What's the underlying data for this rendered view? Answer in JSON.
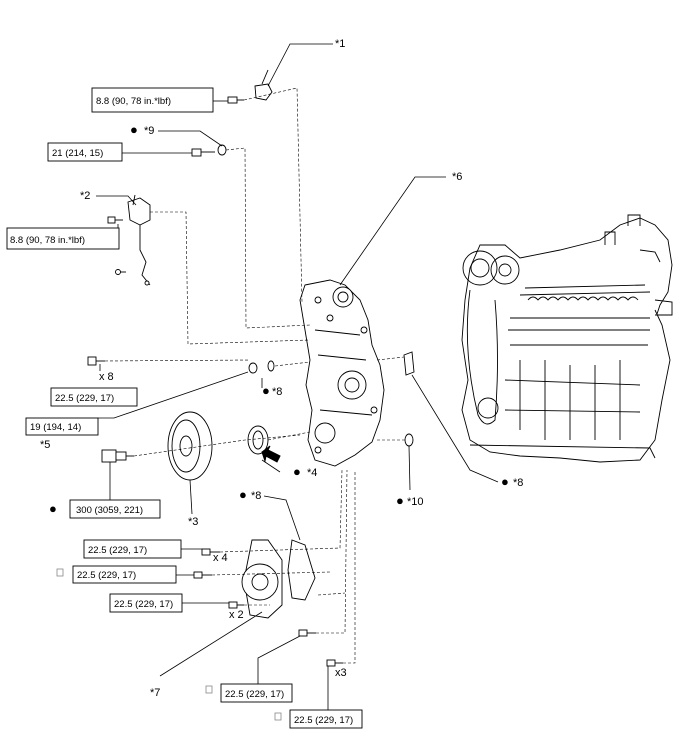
{
  "callouts": {
    "c1": "*1",
    "c2": "*2",
    "c3": "*3",
    "c4": "*4",
    "c5": "*5",
    "c6": "*6",
    "c7": "*7",
    "c8a": "*8",
    "c8b": "*8",
    "c8c": "*8",
    "c9": "*9",
    "c10": "*10"
  },
  "torques": {
    "t1": "8.8 (90, 78 in.*lbf)",
    "t2": "21 (214, 15)",
    "t3": "8.8 (90, 78 in.*lbf)",
    "t4": "22.5 (229, 17)",
    "t5": "19 (194, 14)",
    "t6": "300 (3059, 221)",
    "t7": "22.5 (229, 17)",
    "t8": "22.5 (229, 17)",
    "t9": "22.5 (229, 17)",
    "t10": "22.5 (229, 17)",
    "t11": "22.5 (229, 17)"
  },
  "multipliers": {
    "m8": "x 8",
    "m4": "x 4",
    "m2": "x 2",
    "m3": "x3"
  },
  "symbols": {
    "bullet": "●"
  },
  "icons": {
    "new_part": "filled-circle-icon",
    "precoated": "square-icon",
    "direction": "arrow-icon"
  }
}
